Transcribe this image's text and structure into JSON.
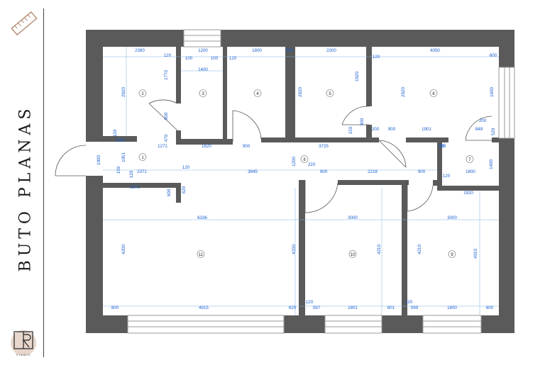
{
  "title": "BUTO PLANAS",
  "brand_mark": "STUDIO",
  "colors": {
    "wall": "#5a5a5a",
    "dimension": "#1a5fd0",
    "dimension_line": "#7fb1e6",
    "window": "#e9e9e9"
  },
  "rooms": [
    "1",
    "2",
    "3",
    "4",
    "5",
    "6",
    "7",
    "8",
    "9",
    "10",
    "11"
  ],
  "dimensions": [
    "2360",
    "120",
    "1200",
    "1800",
    "300",
    "2300",
    "120",
    "4050",
    "600",
    "100",
    "100",
    "120",
    "1400",
    "1770",
    "2920",
    "2920",
    "1920",
    "2920",
    "1600",
    "900",
    "470",
    "120",
    "1271",
    "1620",
    "900",
    "3725",
    "200",
    "900",
    "1901",
    "200",
    "849",
    "520",
    "100",
    "1090",
    "1051",
    "159",
    "120",
    "2371",
    "1000",
    "120",
    "3845",
    "1200",
    "220",
    "900",
    "2218",
    "900",
    "120",
    "1800",
    "1400",
    "30",
    "1920",
    "2371",
    "600",
    "620",
    "6336",
    "3000",
    "3000",
    "4200",
    "4330",
    "4210",
    "4210",
    "4010",
    "800",
    "4915",
    "620",
    "120",
    "597",
    "1801",
    "601",
    "120",
    "599",
    "1800",
    "600",
    "900",
    "150"
  ]
}
